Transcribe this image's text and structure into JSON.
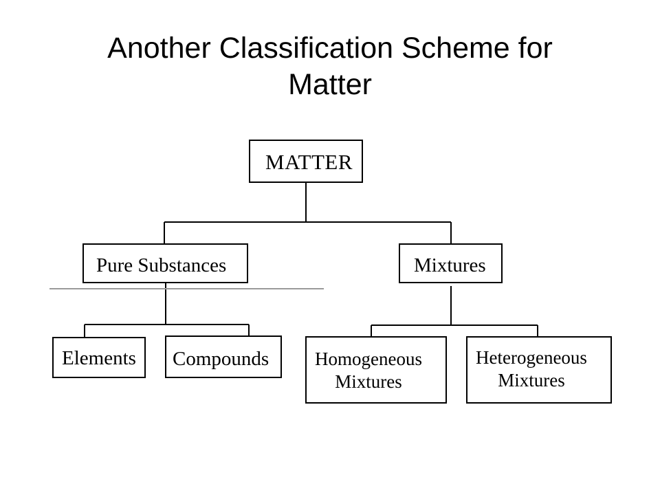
{
  "slide": {
    "title_line1": "Another Classification Scheme for",
    "title_line2": "Matter"
  },
  "diagram": {
    "root": "MATTER",
    "level1": {
      "left": "Pure Substances",
      "right": "Mixtures"
    },
    "level2": {
      "elements": "Elements",
      "compounds": "Compounds",
      "homogeneous": "Homogeneous\nMixtures",
      "heterogeneous": "Heterogeneous\nMixtures"
    }
  }
}
